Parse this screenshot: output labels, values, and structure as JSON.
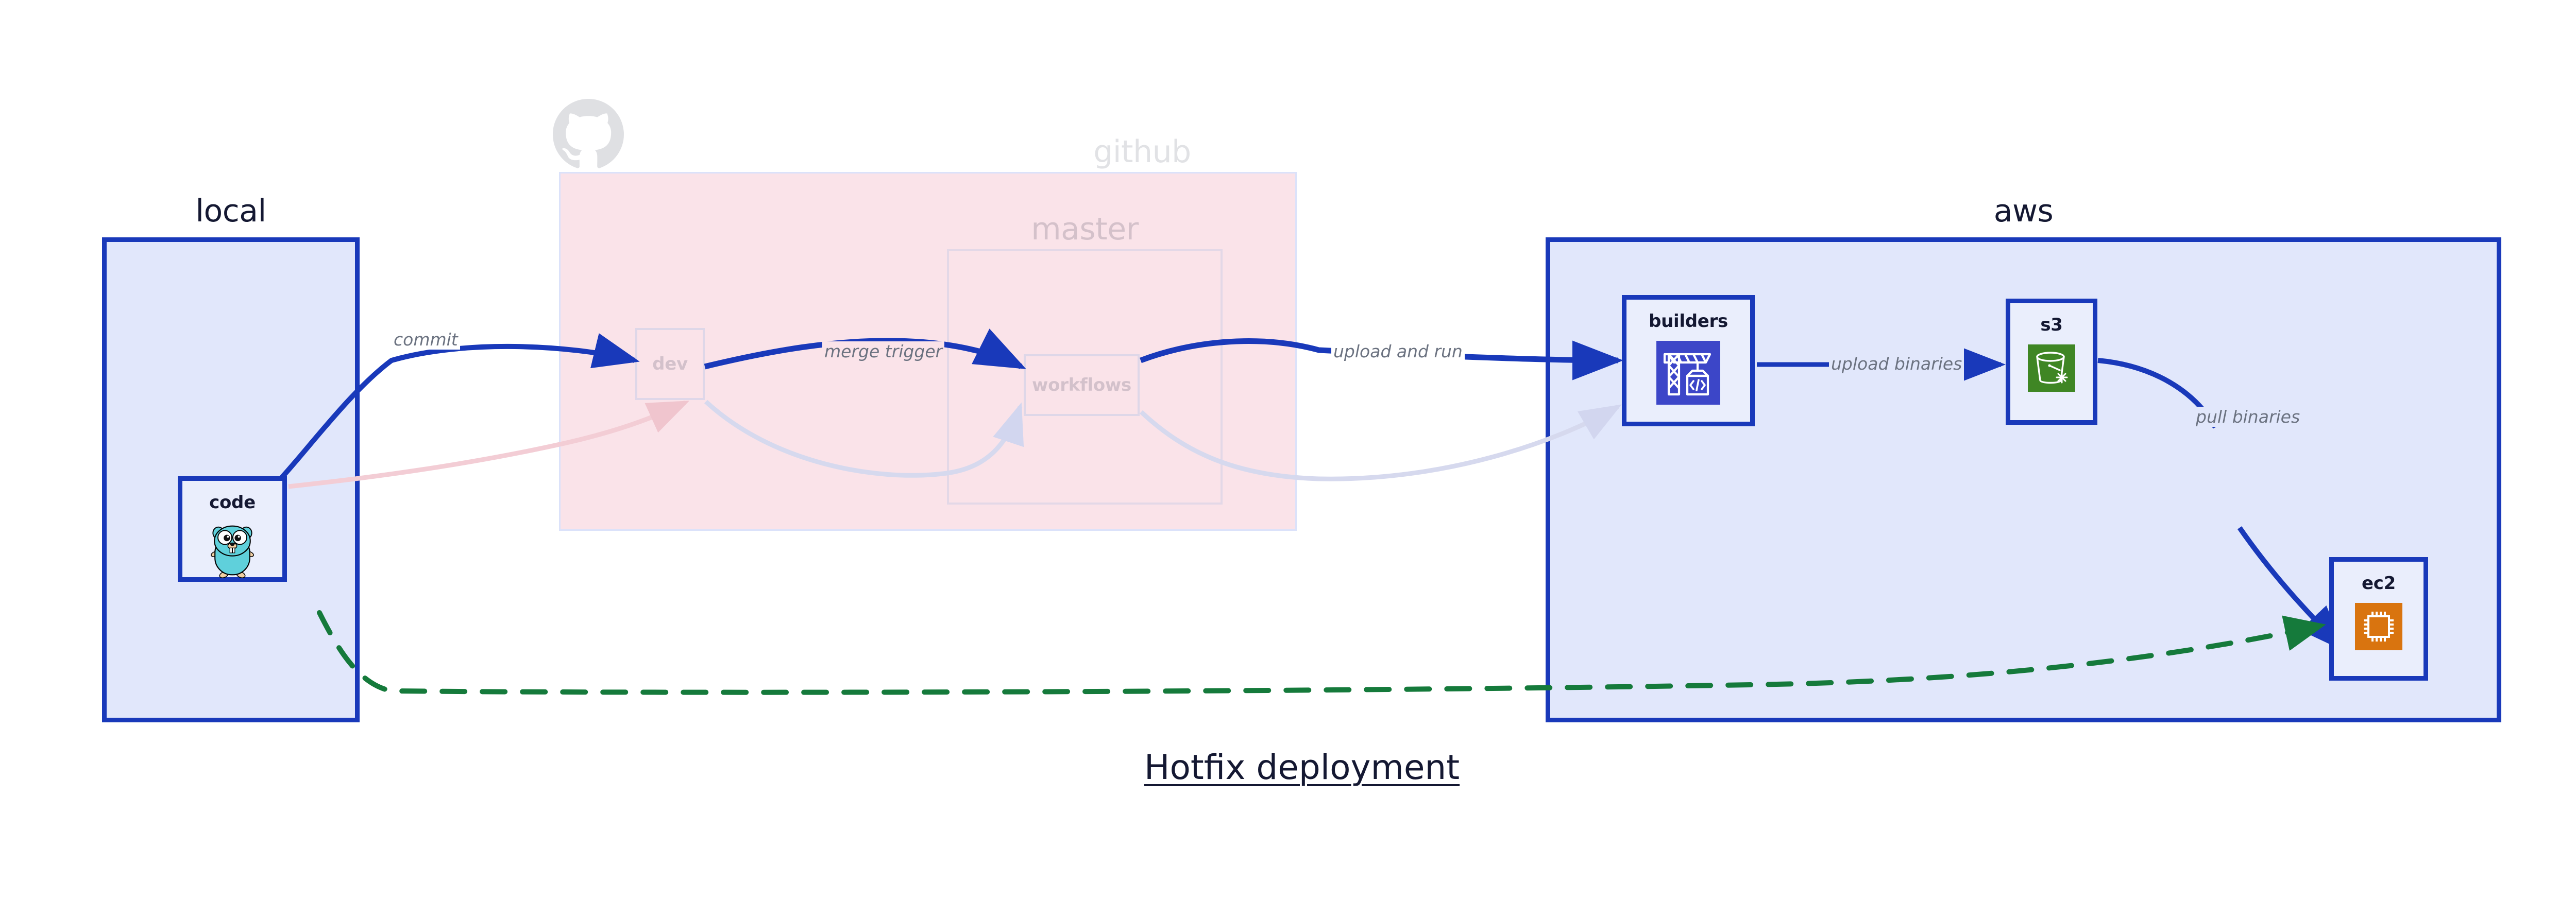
{
  "title": "Hotfix deployment",
  "groups": {
    "local": {
      "label": "local"
    },
    "github": {
      "label": "github",
      "logo_icon": "github-mark-icon"
    },
    "master": {
      "label": "master"
    },
    "aws": {
      "label": "aws"
    }
  },
  "nodes": {
    "code": {
      "label": "code",
      "icon": "go-gopher-icon"
    },
    "dev": {
      "label": "dev"
    },
    "workflows": {
      "label": "workflows"
    },
    "builders": {
      "label": "builders",
      "icon": "aws-codebuild-crane-icon"
    },
    "s3": {
      "label": "s3",
      "icon": "aws-s3-glacier-bucket-icon"
    },
    "ec2": {
      "label": "ec2",
      "icon": "aws-ec2-cpu-chip-icon"
    }
  },
  "edges": [
    {
      "id": "commit",
      "label": "commit",
      "from": "code",
      "to": "dev",
      "style": "solid-blue"
    },
    {
      "id": "merge-trigger",
      "label": "merge trigger",
      "from": "dev",
      "to": "workflows",
      "style": "solid-blue"
    },
    {
      "id": "upload-and-run",
      "label": "upload and run",
      "from": "workflows",
      "to": "builders",
      "style": "solid-blue"
    },
    {
      "id": "upload-binaries",
      "label": "upload binaries",
      "from": "builders",
      "to": "s3",
      "style": "solid-blue"
    },
    {
      "id": "pull-binaries",
      "label": "pull binaries",
      "from": "s3",
      "to": "ec2",
      "style": "solid-blue"
    },
    {
      "id": "hotfix-direct",
      "label": "",
      "from": "code",
      "to": "ec2",
      "style": "dashed-green"
    },
    {
      "id": "faded-code-dev",
      "label": "",
      "from": "code",
      "to": "dev",
      "style": "faded-pink"
    },
    {
      "id": "faded-dev-wf",
      "label": "",
      "from": "dev",
      "to": "workflows",
      "style": "faded-lavender"
    },
    {
      "id": "faded-wf-build",
      "label": "",
      "from": "workflows",
      "to": "builders",
      "style": "faded-lavender"
    }
  ],
  "colors": {
    "primary_blue": "#1939ba",
    "group_blue_fill": "#e1e7fb",
    "github_pink_fill": "#fae3e9",
    "dashed_green": "#157a3b",
    "label_gray": "#6b7280",
    "text_dark": "#141832",
    "builders_icon_bg": "#3c46c8",
    "s3_icon_bg": "#3f8624",
    "ec2_icon_bg": "#d9740f",
    "gopher_body": "#5fd0db"
  }
}
